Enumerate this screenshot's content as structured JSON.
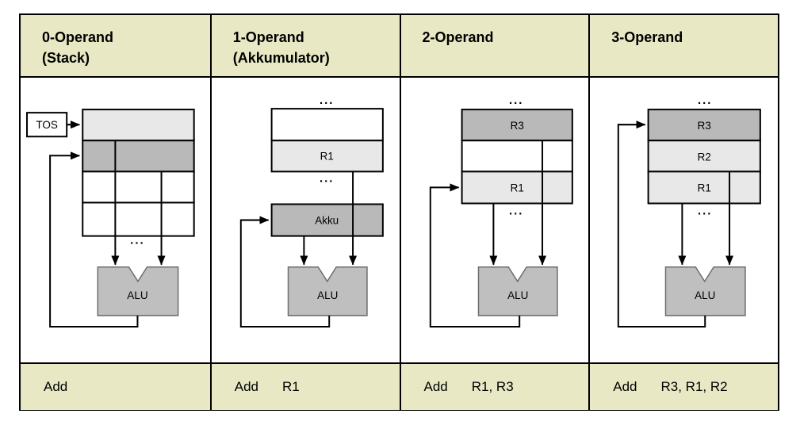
{
  "colors": {
    "band_bg": "#e8e9c4",
    "reg_light": "#e8e8e8",
    "reg_dark": "#b9b9b9",
    "reg_white": "#ffffff",
    "alu_fill": "#bfbfbf",
    "alu_stroke": "#6e6e6e",
    "border": "#000000"
  },
  "table": {
    "columns": [
      {
        "header_line1": "0-Operand",
        "header_line2": "(Stack)",
        "instruction": {
          "mnemonic": "Add",
          "operands": ""
        },
        "diagram": {
          "tos_label": "TOS",
          "ellipsis_bottom": "...",
          "alu_label": "ALU",
          "rows": [
            "",
            "",
            "",
            ""
          ]
        }
      },
      {
        "header_line1": "1-Operand",
        "header_line2": "(Akkumulator)",
        "instruction": {
          "mnemonic": "Add",
          "operands": "R1"
        },
        "diagram": {
          "ellipsis_top": "...",
          "ellipsis_bottom": "...",
          "akku_label": "Akku",
          "alu_label": "ALU",
          "rows": [
            "",
            "R1"
          ]
        }
      },
      {
        "header_line1": "2-Operand",
        "header_line2": "",
        "instruction": {
          "mnemonic": "Add",
          "operands": "R1, R3"
        },
        "diagram": {
          "ellipsis_top": "...",
          "ellipsis_bottom": "...",
          "alu_label": "ALU",
          "rows": [
            "R3",
            "",
            "R1"
          ]
        }
      },
      {
        "header_line1": "3-Operand",
        "header_line2": "",
        "instruction": {
          "mnemonic": "Add",
          "operands": "R3, R1, R2"
        },
        "diagram": {
          "ellipsis_top": "...",
          "ellipsis_bottom": "...",
          "alu_label": "ALU",
          "rows": [
            "R3",
            "R2",
            "R1"
          ]
        }
      }
    ]
  }
}
